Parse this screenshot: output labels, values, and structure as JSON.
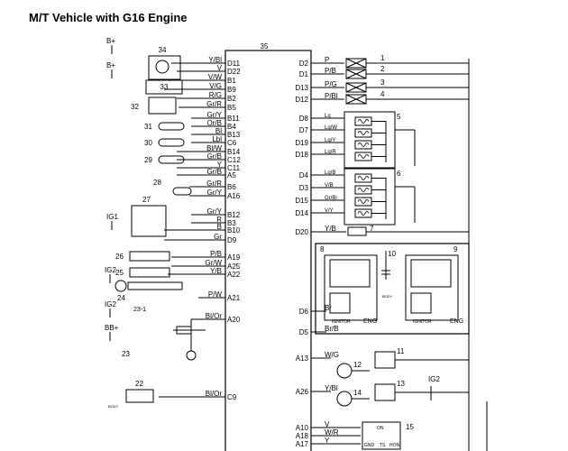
{
  "title": "M/T Vehicle with G16 Engine",
  "ecm_label": "35",
  "supplies": [
    "B+",
    "B+",
    "IG1",
    "IG2",
    "IG2",
    "BB+",
    "IG2"
  ],
  "left_pins": [
    {
      "wire": "Y/Bl",
      "pin": "D11"
    },
    {
      "wire": "V",
      "pin": "D22"
    },
    {
      "wire": "V/W",
      "pin": "B1"
    },
    {
      "wire": "V/G",
      "pin": "B9"
    },
    {
      "wire": "R/G",
      "pin": "B2"
    },
    {
      "wire": "Gr/R",
      "pin": "B5"
    },
    {
      "wire": "Gr/Y",
      "pin": "B11"
    },
    {
      "wire": "Or/B",
      "pin": "B4"
    },
    {
      "wire": "Bl",
      "pin": "B13"
    },
    {
      "wire": "Lbl",
      "pin": "C6"
    },
    {
      "wire": "Bl/W",
      "pin": "B14"
    },
    {
      "wire": "Gr/B",
      "pin": "C12"
    },
    {
      "wire": "Y",
      "pin": "C11"
    },
    {
      "wire": "Gr/B",
      "pin": "A5"
    },
    {
      "wire": "Gr/R",
      "pin": "B6"
    },
    {
      "wire": "Gr/Y",
      "pin": "A16"
    },
    {
      "wire": "Gr/Y",
      "pin": "B12"
    },
    {
      "wire": "R",
      "pin": "B3"
    },
    {
      "wire": "B",
      "pin": "B10"
    },
    {
      "wire": "Gr",
      "pin": "D9"
    },
    {
      "wire": "P/B",
      "pin": "A19"
    },
    {
      "wire": "Gr/W",
      "pin": "A25"
    },
    {
      "wire": "Y/B",
      "pin": "A22"
    },
    {
      "wire": "P/W",
      "pin": "A21"
    },
    {
      "wire": "Bl/Or",
      "pin": "A20"
    },
    {
      "wire": "Bl/Or",
      "pin": "C9"
    }
  ],
  "right_pins": [
    {
      "pin": "D2",
      "wire": "P"
    },
    {
      "pin": "D1",
      "wire": "P/B"
    },
    {
      "pin": "D13",
      "wire": "P/G"
    },
    {
      "pin": "D12",
      "wire": "P/Bl"
    },
    {
      "pin": "D8",
      "wire": "Lg"
    },
    {
      "pin": "D7",
      "wire": "Lg/W"
    },
    {
      "pin": "D19",
      "wire": "Lg/Y"
    },
    {
      "pin": "D18",
      "wire": "Lg/R"
    },
    {
      "pin": "D4",
      "wire": "Lg/B"
    },
    {
      "pin": "D3",
      "wire": "V/B"
    },
    {
      "pin": "D15",
      "wire": "Gr/Bl"
    },
    {
      "pin": "D14",
      "wire": "V/Y"
    },
    {
      "pin": "D20",
      "wire": "Y/B"
    },
    {
      "pin": "D6",
      "wire": "Br"
    },
    {
      "pin": "D5",
      "wire": "Br/B"
    },
    {
      "pin": "A13",
      "wire": "W/G"
    },
    {
      "pin": "A26",
      "wire": "Y/Bl"
    },
    {
      "pin": "A10",
      "wire": "V"
    },
    {
      "pin": "A18",
      "wire": "W/R"
    },
    {
      "pin": "A17",
      "wire": "Y"
    }
  ],
  "components": [
    "34",
    "33",
    "32",
    "31",
    "30",
    "29",
    "28",
    "27",
    "26",
    "25",
    "24",
    "23-1",
    "23",
    "22",
    "1",
    "2",
    "3",
    "4",
    "5",
    "6",
    "7",
    "8",
    "9",
    "10",
    "11",
    "12",
    "13",
    "14",
    "15"
  ],
  "misc": {
    "body": "BODY",
    "ignitor": "IGNITOR",
    "eng": "ENG",
    "relay_15_top": "ON",
    "relay_15_pins": [
      "GND",
      "TS",
      "HON"
    ]
  }
}
